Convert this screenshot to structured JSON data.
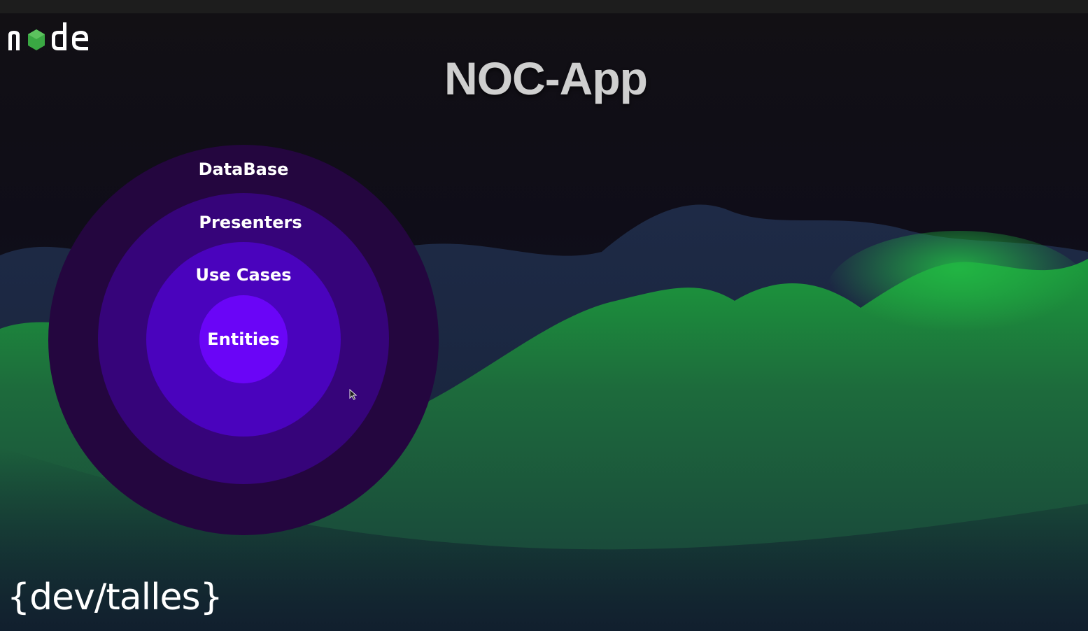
{
  "slide": {
    "title": "NOC-App",
    "brand_logo_text": "node",
    "footer_brand": "{dev/talles}"
  },
  "diagram": {
    "type": "concentric-layers",
    "layers": [
      {
        "label": "DataBase",
        "color": "#24063f"
      },
      {
        "label": "Presenters",
        "color": "#36047a"
      },
      {
        "label": "Use Cases",
        "color": "#4a03bd"
      },
      {
        "label": "Entities",
        "color": "#6a05f7"
      }
    ]
  },
  "icons": {
    "brand_logo": "nodejs-logo-icon",
    "cursor": "mouse-pointer-icon"
  },
  "colors": {
    "background": "#0f0d18",
    "landscape_green": "#1f8a3c",
    "title_text": "#cfcfcf"
  }
}
